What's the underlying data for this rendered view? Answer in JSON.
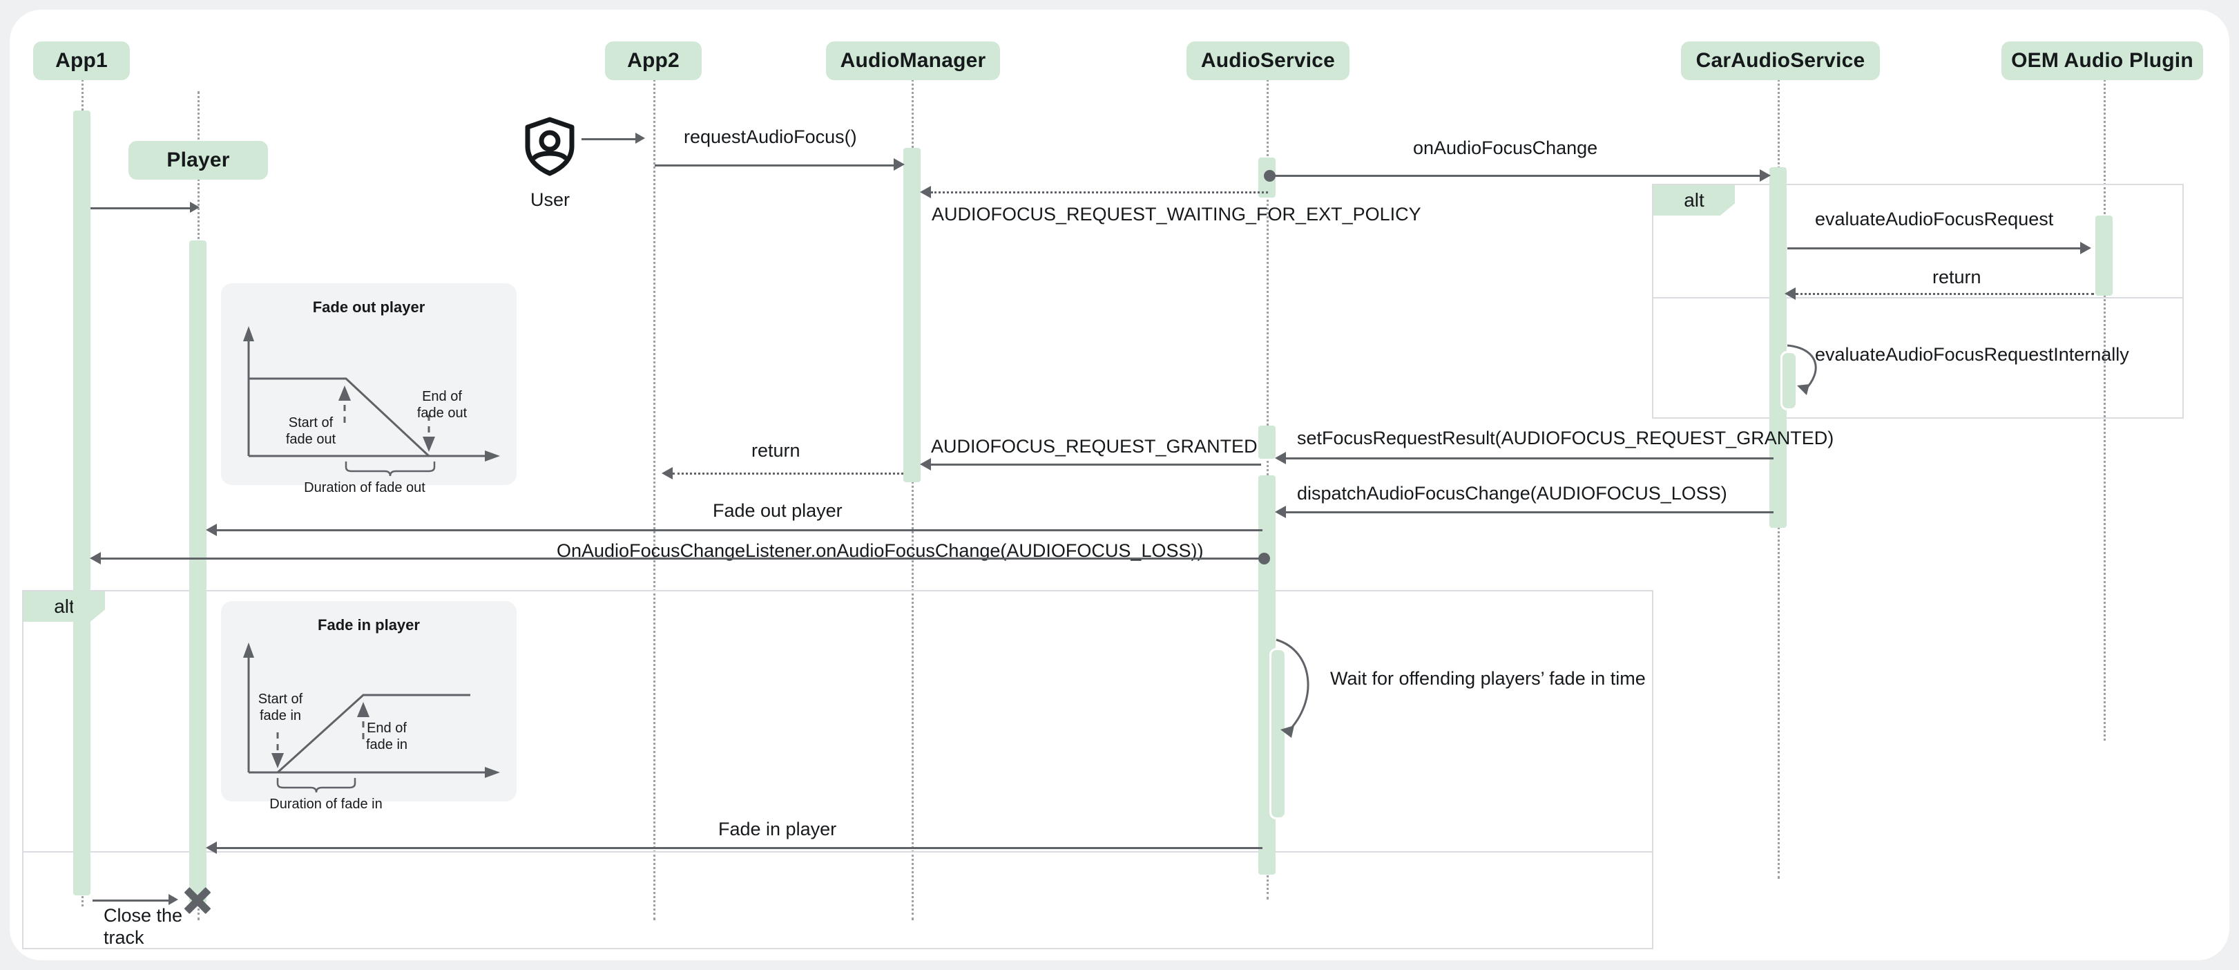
{
  "diagram": {
    "title": "Audio focus sequence with OEM Audio Plugin and fade in/out",
    "type": "uml-sequence-diagram",
    "accent_green": "#d2e8d6",
    "line_color": "#5f6368",
    "frame_color": "#dadce0",
    "note_bg": "#f1f3f4",
    "canvas_bg": "#ffffff",
    "page_bg": "#eef0f2"
  },
  "participants": [
    {
      "id": "app1",
      "label": "App1"
    },
    {
      "id": "player",
      "label": "Player"
    },
    {
      "id": "app2",
      "label": "App2"
    },
    {
      "id": "audiomanager",
      "label": "AudioManager"
    },
    {
      "id": "audioservice",
      "label": "AudioService"
    },
    {
      "id": "caraudioservice",
      "label": "CarAudioService"
    },
    {
      "id": "oemplugin",
      "label": "OEM Audio Plugin"
    }
  ],
  "actors": [
    {
      "id": "user",
      "label": "User",
      "icon": "shield-user-icon"
    }
  ],
  "messages": [
    {
      "id": "m0",
      "label": "",
      "from": "app1",
      "to": "player",
      "style": "solid"
    },
    {
      "id": "m1",
      "label": "",
      "from": "user",
      "to": "app2",
      "style": "solid"
    },
    {
      "id": "m2",
      "label": "requestAudioFocus()",
      "from": "app2",
      "to": "audiomanager",
      "style": "solid"
    },
    {
      "id": "m3",
      "label": "onAudioFocusChange",
      "from": "audioservice",
      "to": "caraudioservice",
      "style": "solid"
    },
    {
      "id": "m4",
      "label": "AUDIOFOCUS_REQUEST_WAITING_FOR_EXT_POLICY",
      "from": "audioservice",
      "to": "audiomanager",
      "style": "dotted"
    },
    {
      "id": "m5",
      "label": "evaluateAudioFocusRequest",
      "from": "caraudioservice",
      "to": "oemplugin",
      "style": "solid"
    },
    {
      "id": "m6",
      "label": "return",
      "from": "oemplugin",
      "to": "caraudioservice",
      "style": "dotted"
    },
    {
      "id": "m7",
      "label": "evaluateAudioFocusRequestInternally",
      "from": "caraudioservice",
      "to": "caraudioservice",
      "style": "self"
    },
    {
      "id": "m8",
      "label": "setFocusRequestResult(AUDIOFOCUS_REQUEST_GRANTED)",
      "from": "caraudioservice",
      "to": "audioservice",
      "style": "solid"
    },
    {
      "id": "m9",
      "label": "AUDIOFOCUS_REQUEST_GRANTED",
      "from": "audioservice",
      "to": "audiomanager",
      "style": "solid"
    },
    {
      "id": "m10",
      "label": "return",
      "from": "audiomanager",
      "to": "app2",
      "style": "dotted"
    },
    {
      "id": "m11",
      "label": "dispatchAudioFocusChange(AUDIOFOCUS_LOSS)",
      "from": "caraudioservice",
      "to": "audioservice",
      "style": "solid"
    },
    {
      "id": "m12",
      "label": "Fade out player",
      "from": "audioservice",
      "to": "player",
      "style": "solid"
    },
    {
      "id": "m13",
      "label": "OnAudioFocusChangeListener.onAudioFocusChange(AUDIOFOCUS_LOSS))",
      "from": "audioservice",
      "to": "app1",
      "style": "solid"
    },
    {
      "id": "m14",
      "label": "Wait for offending players’ fade in time",
      "from": "audioservice",
      "to": "audioservice",
      "style": "self"
    },
    {
      "id": "m15",
      "label": "Fade in player",
      "from": "audioservice",
      "to": "player",
      "style": "solid"
    },
    {
      "id": "m16",
      "label": "Close the track",
      "from": "app1",
      "to": "player",
      "style": "destroy"
    }
  ],
  "fragments": [
    {
      "id": "frag-alt-oem",
      "operator": "alt"
    },
    {
      "id": "frag-alt-app1",
      "operator": "alt"
    }
  ],
  "notes": [
    {
      "id": "note-fade-out",
      "title": "Fade out player",
      "labels": {
        "start": "Start of\nfade out",
        "end": "End of\nfade out",
        "duration": "Duration of fade out"
      }
    },
    {
      "id": "note-fade-in",
      "title": "Fade in player",
      "labels": {
        "start": "Start of\nfade in",
        "end": "End of\nfade in",
        "duration": "Duration of fade in"
      }
    }
  ],
  "chart_data": [
    {
      "id": "fade-out-chart",
      "type": "line",
      "title": "Fade out player",
      "xlabel": "",
      "ylabel": "",
      "x": [
        0,
        50,
        100
      ],
      "y": [
        1,
        1,
        0
      ],
      "annotations": [
        "Start of fade out",
        "End of fade out",
        "Duration of fade out"
      ],
      "xlim": [
        0,
        115
      ],
      "ylim": [
        0,
        1.35
      ],
      "grid": false,
      "legend": "none"
    },
    {
      "id": "fade-in-chart",
      "type": "line",
      "title": "Fade in player",
      "xlabel": "",
      "ylabel": "",
      "x": [
        0,
        22,
        60,
        100
      ],
      "y": [
        0,
        0,
        1,
        1
      ],
      "annotations": [
        "Start of fade in",
        "End of fade in",
        "Duration of fade in"
      ],
      "xlim": [
        0,
        115
      ],
      "ylim": [
        0,
        1.35
      ],
      "grid": false,
      "legend": "none"
    }
  ]
}
